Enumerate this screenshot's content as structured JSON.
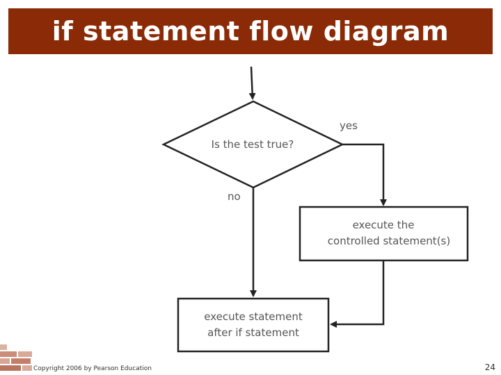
{
  "slide": {
    "title": "if statement flow diagram",
    "copyright": "Copyright 2006 by Pearson Education",
    "page_number": "24"
  },
  "diagram": {
    "decision": {
      "text": "Is the test true?"
    },
    "yes_label": "yes",
    "no_label": "no",
    "box_controlled": {
      "line1": "execute the",
      "line2": "controlled statement(s)"
    },
    "box_after": {
      "line1": "execute statement",
      "line2": "after if statement"
    }
  },
  "colors": {
    "title_bar": "#8a2a06",
    "title_text": "#ffffff",
    "stroke": "#222222",
    "label_text": "#555555"
  }
}
